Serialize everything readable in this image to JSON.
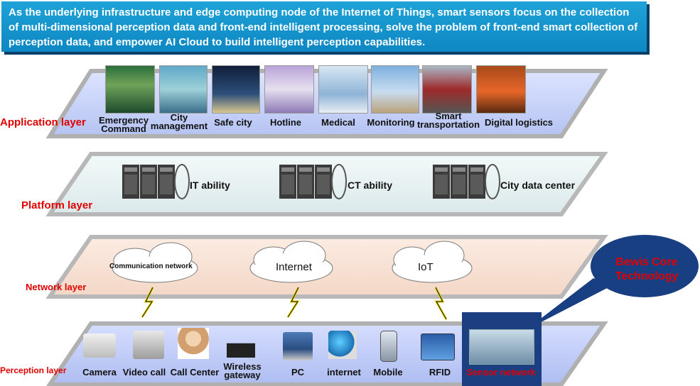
{
  "intro_text": "As the underlying infrastructure and edge computing node of the Internet of Things, smart sensors focus on the collection of multi-dimensional perception data and front-end intelligent processing, solve the problem of front-end smart collection of perception data, and empower AI Cloud to build intelligent perception capabilities.",
  "layers": {
    "application": "Application layer",
    "platform": "Platform layer",
    "network": "Network layer",
    "perception": "Perception layer"
  },
  "application_items": [
    {
      "label": "Emergency\nCommand",
      "icon": "monitoring-wall-photo"
    },
    {
      "label": "City\nmanagement",
      "icon": "control-room-photo"
    },
    {
      "label": "Safe city",
      "icon": "operator-desk-photo"
    },
    {
      "label": "Hotline",
      "icon": "call-center-photo"
    },
    {
      "label": "Medical",
      "icon": "medical-tablet-photo"
    },
    {
      "label": "Monitoring",
      "icon": "weather-station-photo"
    },
    {
      "label": "Smart\ntransportation",
      "icon": "truck-photo"
    },
    {
      "label": "Digital logistics",
      "icon": "red-truck-photo"
    }
  ],
  "platform_items": [
    {
      "label": "IT ability",
      "icon": "server-rack-icon"
    },
    {
      "label": "CT ability",
      "icon": "server-rack-icon"
    },
    {
      "label": "City data center",
      "icon": "server-rack-icon"
    }
  ],
  "network_items": [
    {
      "label": "Communication network",
      "icon": "cloud-icon"
    },
    {
      "label": "Internet",
      "icon": "cloud-icon"
    },
    {
      "label": "IoT",
      "icon": "cloud-icon"
    }
  ],
  "perception_items": [
    {
      "label": "Camera",
      "icon": "camera-icon"
    },
    {
      "label": "Video call",
      "icon": "video-phone-icon"
    },
    {
      "label": "Call Center",
      "icon": "headset-operator-icon"
    },
    {
      "label": "Wireless\ngateway",
      "icon": "router-icon"
    },
    {
      "label": "PC",
      "icon": "pc-user-icon"
    },
    {
      "label": "internet",
      "icon": "globe-monitor-icon"
    },
    {
      "label": "Mobile",
      "icon": "mobile-phone-icon"
    },
    {
      "label": "RFID",
      "icon": "rfid-card-icon"
    },
    {
      "label": "Sensor network",
      "icon": "sensor-network-photo"
    }
  ],
  "callout": "Bewis Core\nTechnology",
  "colors": {
    "banner": "#1496cf",
    "application_band": "#c9d3f7",
    "platform_band": "#e6f1f1",
    "network_band": "#f8e3d5",
    "perception_band": "#c9d3f7",
    "layer_label": "#e00000",
    "callout_bubble": "#183f82",
    "callout_text": "#e00000",
    "sensor_highlight": "#1c3f82"
  }
}
